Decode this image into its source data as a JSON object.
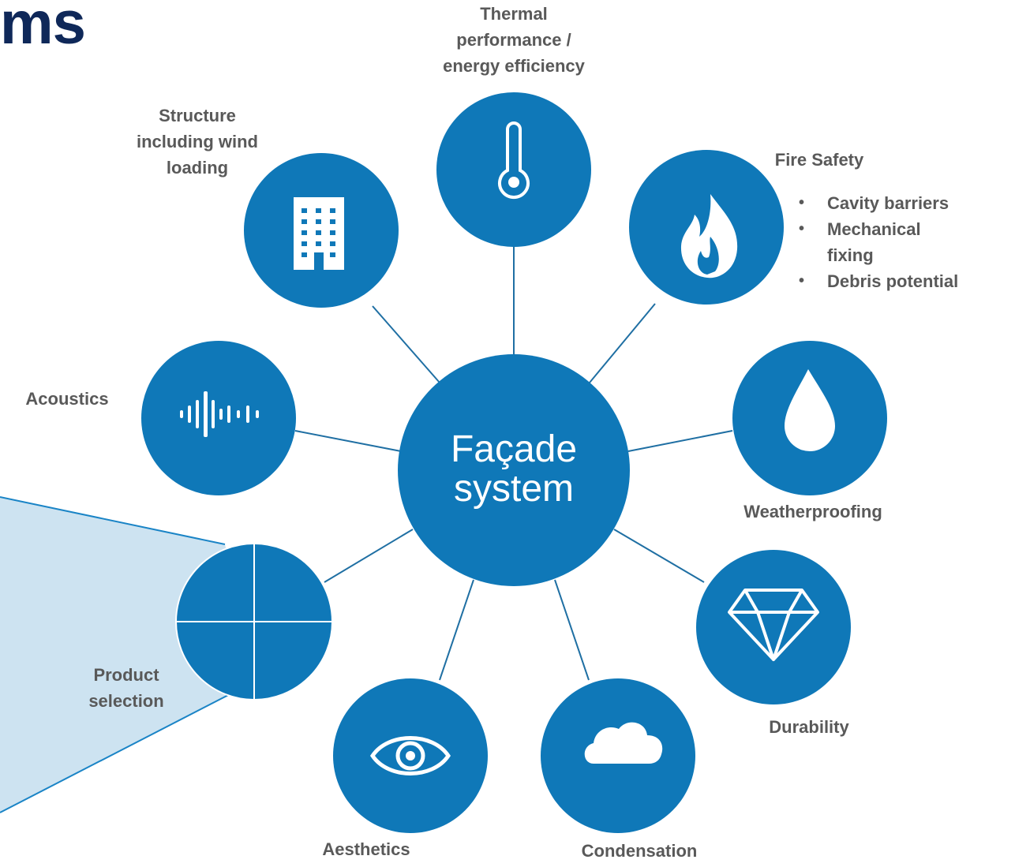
{
  "title": "ms",
  "center": {
    "line1": "Façade",
    "line2": "system"
  },
  "nodes": {
    "thermal": {
      "lines": [
        "Thermal",
        "performance /",
        "energy efficiency"
      ],
      "icon": "thermometer-icon"
    },
    "structure": {
      "lines": [
        "Structure",
        "including wind",
        "loading"
      ],
      "icon": "building-icon"
    },
    "fire": {
      "label": "Fire Safety",
      "bullets": [
        "Cavity barriers",
        "Mechanical fixing",
        "Debris potential"
      ],
      "icon": "flame-icon"
    },
    "acoustics": {
      "label": "Acoustics",
      "icon": "sound-wave-icon"
    },
    "weather": {
      "label": "Weatherproofing",
      "icon": "water-drop-icon"
    },
    "product": {
      "lines": [
        "Product",
        "selection"
      ],
      "icon": "quadrant-icon"
    },
    "durability": {
      "label": "Durability",
      "icon": "diamond-icon"
    },
    "aesthetics": {
      "label": "Aesthetics",
      "icon": "eye-icon"
    },
    "condensation": {
      "label": "Condensation",
      "icon": "cloud-icon"
    }
  },
  "colors": {
    "circle": "#0f78b8",
    "connector": "#1f6fa3",
    "callout_fill": "#cde3f1",
    "callout_stroke": "#1a84c6",
    "title": "#0f2859",
    "label": "#595959"
  }
}
